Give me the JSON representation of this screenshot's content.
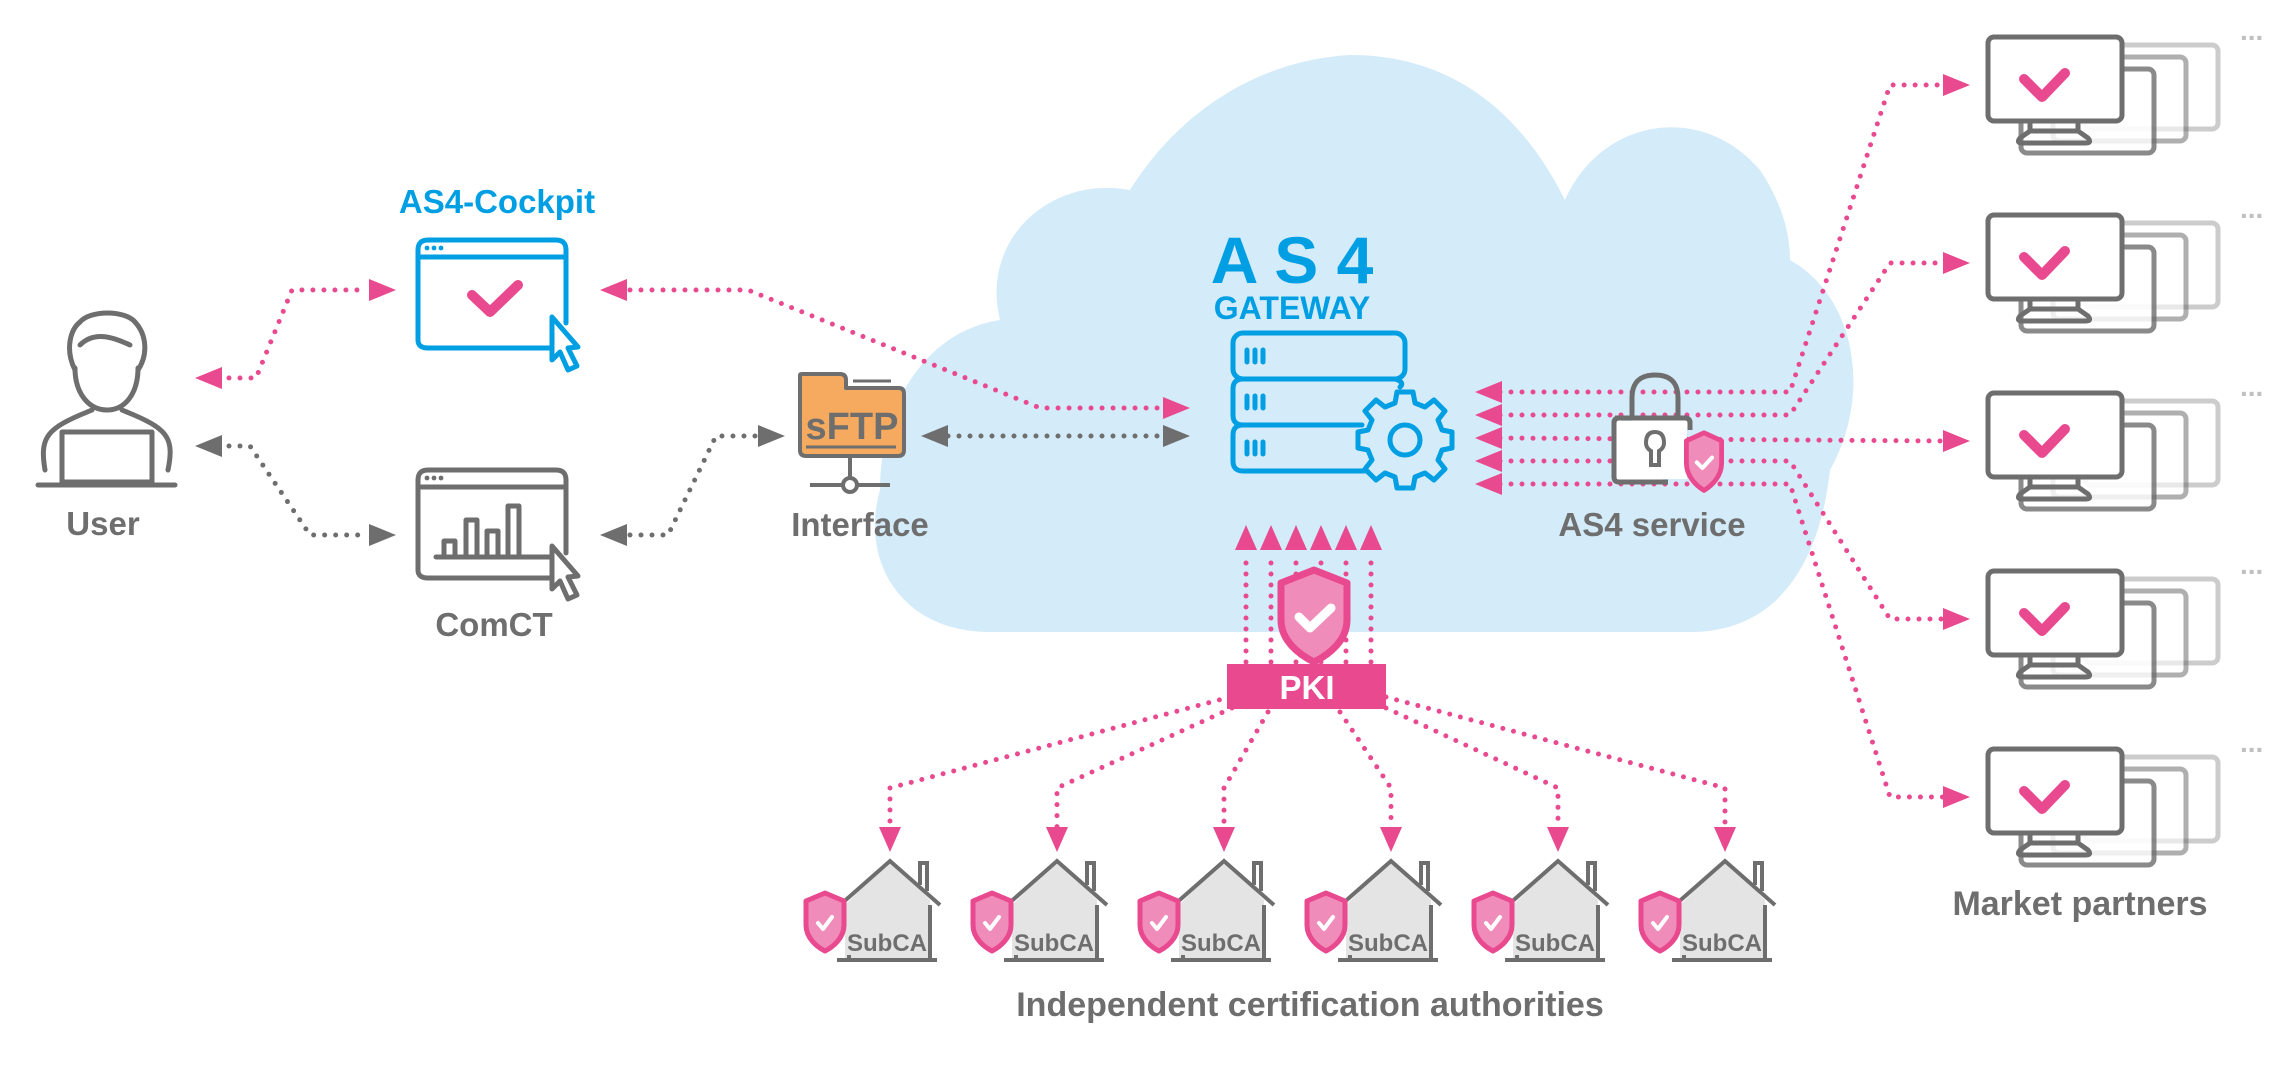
{
  "diagram": {
    "colors": {
      "accent_blue": "#009fe3",
      "accent_pink": "#e8498f",
      "shield_fill": "#f08cb9",
      "text_gray": "#6e6e6e",
      "cloud": "#d4ebf9",
      "sftp_folder": "#f5aa5f",
      "house_fill": "#e4e4e4"
    },
    "nodes": {
      "user": {
        "label": "User",
        "icon": "user-with-laptop-icon"
      },
      "cockpit": {
        "label": "AS4-Cockpit",
        "icon": "browser-window-check-icon"
      },
      "comct": {
        "label": "ComCT",
        "icon": "browser-window-bar-chart-icon"
      },
      "interface": {
        "label": "Interface",
        "icon_text": "sFTP",
        "icon": "folder-network-icon"
      },
      "gateway": {
        "title": "A S 4",
        "subtitle": "GATEWAY",
        "icon": "server-gear-icon"
      },
      "as4_service": {
        "label": "AS4 service",
        "icon": "padlock-shield-icon"
      },
      "pki": {
        "label": "PKI",
        "icon": "shield-check-icon"
      },
      "market_partners": {
        "label": "Market partners",
        "count": 5,
        "ellipsis": "..."
      },
      "certification_authorities": {
        "label": "Independent certification authorities",
        "items": [
          "SubCA",
          "SubCA",
          "SubCA",
          "SubCA",
          "SubCA",
          "SubCA"
        ]
      }
    },
    "connections": [
      {
        "from": "user",
        "to": "cockpit",
        "style": "pink-dotted",
        "direction": "both"
      },
      {
        "from": "user",
        "to": "comct",
        "style": "gray-dotted",
        "direction": "both"
      },
      {
        "from": "cockpit",
        "to": "gateway",
        "style": "pink-dotted",
        "direction": "both"
      },
      {
        "from": "comct",
        "to": "interface",
        "style": "gray-dotted",
        "direction": "both"
      },
      {
        "from": "interface",
        "to": "gateway",
        "style": "gray-dotted",
        "direction": "both"
      },
      {
        "from": "market_partners",
        "to": "gateway",
        "via": "as4_service",
        "style": "pink-dotted",
        "count": 5
      },
      {
        "from": "pki",
        "to": "gateway",
        "style": "pink-dotted",
        "count": 6
      },
      {
        "from": "pki",
        "to": "certification_authorities",
        "style": "pink-dotted",
        "count": 6
      }
    ]
  }
}
